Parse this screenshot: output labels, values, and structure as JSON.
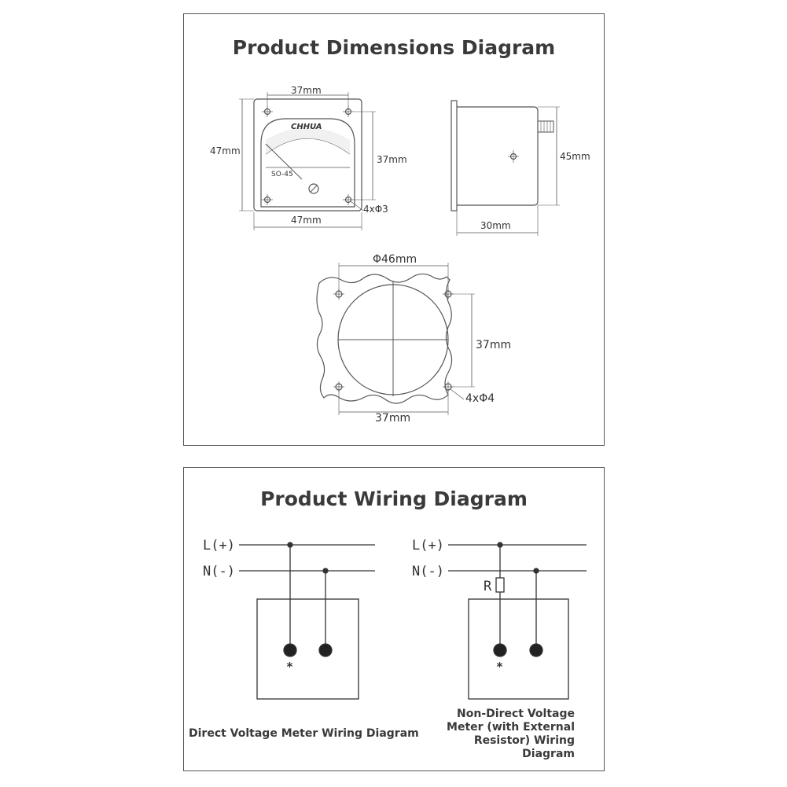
{
  "dimensions_panel": {
    "title": "Product Dimensions Diagram",
    "front_view": {
      "brand": "CHHUA",
      "model": "SO-45",
      "top_width": "37mm",
      "height": "47mm",
      "inner_height": "37mm",
      "hole_spec": "4xΦ3",
      "bottom_width": "47mm"
    },
    "side_view": {
      "height": "45mm",
      "depth": "30mm"
    },
    "cutout_view": {
      "diameter": "Φ46mm",
      "height": "37mm",
      "hole_spec": "4xΦ4",
      "width": "37mm"
    }
  },
  "wiring_panel": {
    "title": "Product Wiring Diagram",
    "left": {
      "line_l": "L(+)",
      "line_n": "N(-)",
      "star": "*",
      "caption": "Direct Voltage Meter Wiring Diagram"
    },
    "right": {
      "line_l": "L(+)",
      "line_n": "N(-)",
      "resistor": "R",
      "star": "*",
      "caption_lines": [
        "Non-Direct Voltage",
        "Meter (with External",
        "Resistor) Wiring",
        "Diagram"
      ]
    }
  }
}
